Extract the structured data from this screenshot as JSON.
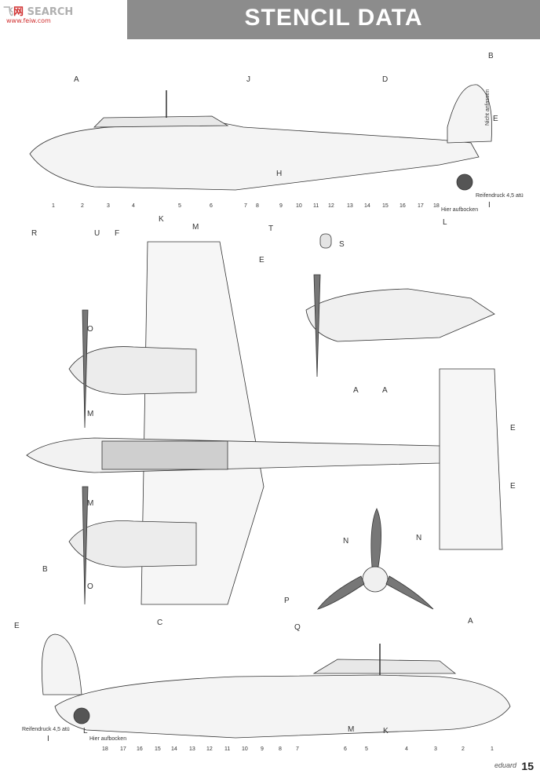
{
  "header": {
    "title": "STENCIL DATA"
  },
  "watermark": {
    "brand_cn": "飞",
    "brand_red": "网",
    "brand_suffix": "SEARCH",
    "url": "www.feiw.com"
  },
  "page": {
    "number": "15",
    "brand": "eduard"
  },
  "top_view_labels": {
    "letters": [
      "A",
      "J",
      "D",
      "B",
      "E",
      "H",
      "R",
      "U",
      "F",
      "K",
      "M",
      "T",
      "L",
      "I"
    ],
    "stations": [
      "1",
      "2",
      "3",
      "4",
      "5",
      "6",
      "7",
      "8",
      "9",
      "10",
      "11",
      "12",
      "13",
      "14",
      "15",
      "16",
      "17",
      "18"
    ]
  },
  "plan_view_labels": {
    "wing_e": "E",
    "o_top": "O",
    "m_top": "M",
    "m_bottom": "M",
    "o_bottom": "O",
    "s": "S",
    "a1": "A",
    "a2": "A",
    "tail_e1": "E",
    "tail_e2": "E",
    "n1": "N",
    "n2": "N",
    "p": "P",
    "q": "Q",
    "b_lower": "B",
    "e_lower": "E",
    "c": "C",
    "k_lower": "K",
    "m_lower": "M",
    "a_lower": "A",
    "i_lower": "I",
    "l_lower": "L"
  },
  "stencil_text": {
    "nicht_anfassen": "Nicht anfassen",
    "reifendruck": "Reifendruck 4,5 atü",
    "hier_aufbocken": "Hier aufbocken"
  }
}
